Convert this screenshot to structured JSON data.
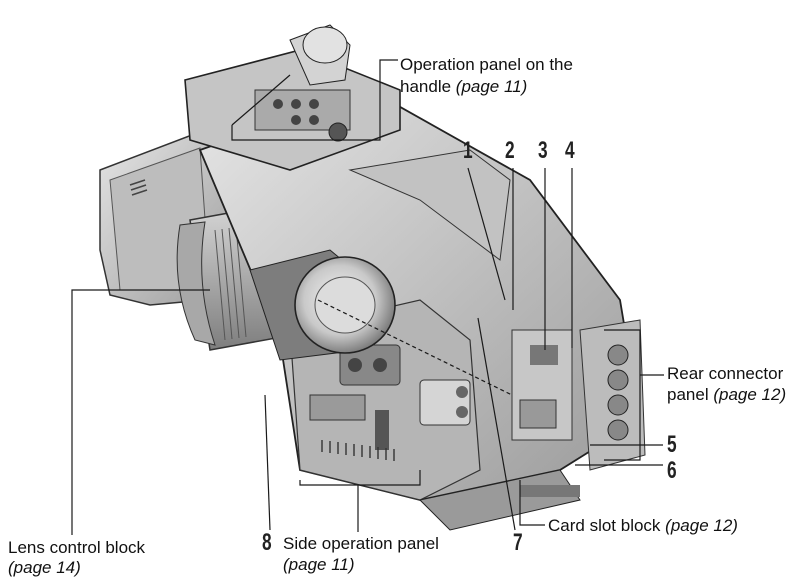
{
  "callouts": {
    "operation_panel": {
      "line1": "Operation panel on the",
      "line2_text": "handle ",
      "line2_ref": "(page 11)"
    },
    "rear_connector": {
      "line1": "Rear connector",
      "line2_text": "panel ",
      "line2_ref": "(page 12)"
    },
    "card_slot": {
      "text": "Card slot block ",
      "ref": "(page 12)"
    },
    "lens_control": {
      "line1": "Lens control block",
      "line2_ref": "(page 14)"
    },
    "side_operation": {
      "line1": "Side operation panel",
      "line2_ref": "(page 11)"
    }
  },
  "numbers": [
    "1",
    "2",
    "3",
    "4",
    "5",
    "6",
    "7",
    "8"
  ],
  "colors": {
    "body": "#cfcfcf",
    "shadow": "#8a8a8a",
    "dark": "#3a3a3a",
    "line": "#1a1a1a"
  }
}
